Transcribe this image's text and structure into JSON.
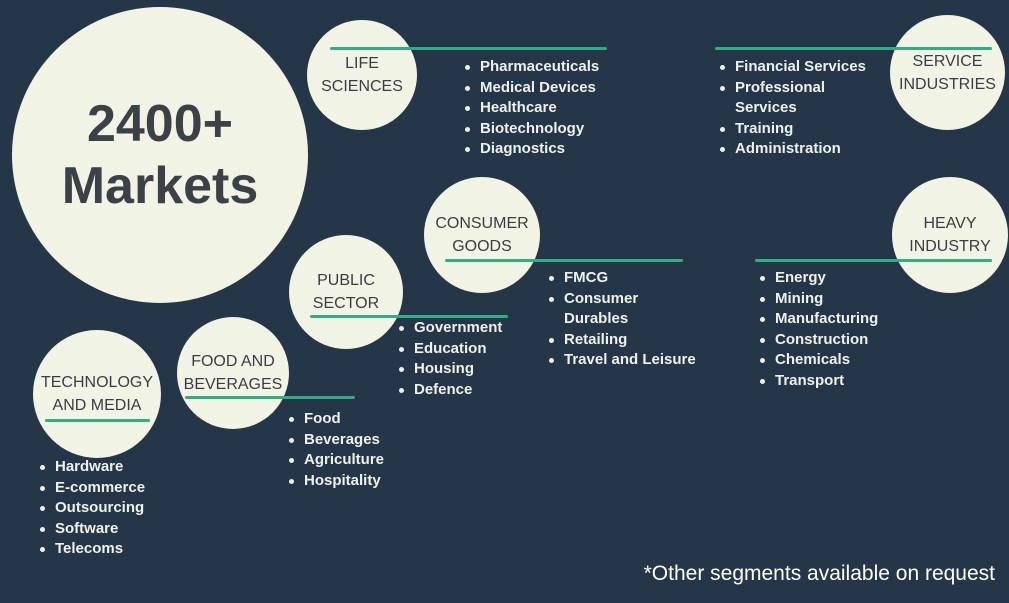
{
  "headline": {
    "number": "2400+",
    "label": "Markets"
  },
  "segments": {
    "life": {
      "title1": "LIFE",
      "title2": "SCIENCES",
      "items": [
        "Pharmaceuticals",
        "Medical Devices",
        "Healthcare",
        "Biotechnology",
        "Diagnostics"
      ]
    },
    "service": {
      "title1": "SERVICE",
      "title2": "INDUSTRIES",
      "items": [
        "Financial Services",
        "Professional",
        "Services",
        "Training",
        "Administration"
      ]
    },
    "consumer": {
      "title1": "CONSUMER",
      "title2": "GOODS",
      "items": [
        "FMCG",
        "Consumer",
        "Durables",
        "Retailing",
        "Travel and Leisure"
      ]
    },
    "heavy": {
      "title1": "HEAVY",
      "title2": "INDUSTRY",
      "items": [
        "Energy",
        "Mining",
        "Manufacturing",
        "Construction",
        "Chemicals",
        "Transport"
      ]
    },
    "public": {
      "title1": "PUBLIC",
      "title2": "SECTOR",
      "items": [
        "Government",
        "Education",
        "Housing",
        "Defence"
      ]
    },
    "food": {
      "title1": "FOOD AND",
      "title2": "BEVERAGES",
      "items": [
        "Food",
        "Beverages",
        "Agriculture",
        "Hospitality"
      ]
    },
    "tech": {
      "title1": "TECHNOLOGY",
      "title2": "AND MEDIA",
      "items": [
        "Hardware",
        "E-commerce",
        "Outsourcing",
        "Software",
        "Telecoms"
      ]
    }
  },
  "footer": "*Other segments available on request",
  "colors": {
    "background": "#253649",
    "circle": "#f1f4e4",
    "accent": "#2fae85"
  }
}
